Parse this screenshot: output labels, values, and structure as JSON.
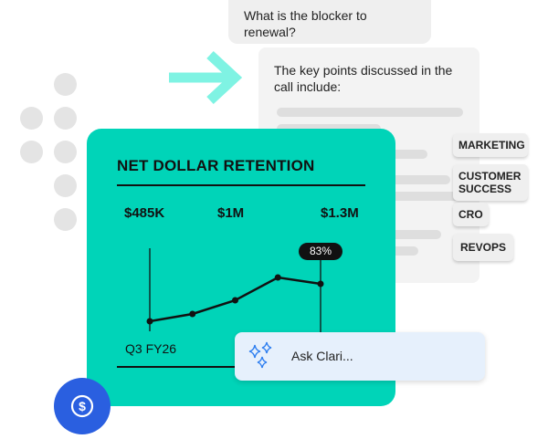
{
  "chat": {
    "question": "What is the blocker to renewal?",
    "answer": "The key points discussed in the call include:"
  },
  "card": {
    "title": "NET DOLLAR RETENTION",
    "values": [
      "$485K",
      "$1M",
      "$1.3M"
    ],
    "badge": "83%",
    "period": "Q3 FY26"
  },
  "chart_data": {
    "type": "line",
    "points": [
      0,
      8,
      23,
      48,
      41
    ]
  },
  "tags": [
    "MARKETING",
    "CUSTOMER SUCCESS",
    "CRO",
    "REVOPS"
  ],
  "ask": {
    "placeholder": "Ask Clari..."
  },
  "colors": {
    "teal": "#00d4b8",
    "arrow": "#7ff3e3",
    "blue": "#2a5fe0",
    "sparkle": "#2f7ff0"
  }
}
